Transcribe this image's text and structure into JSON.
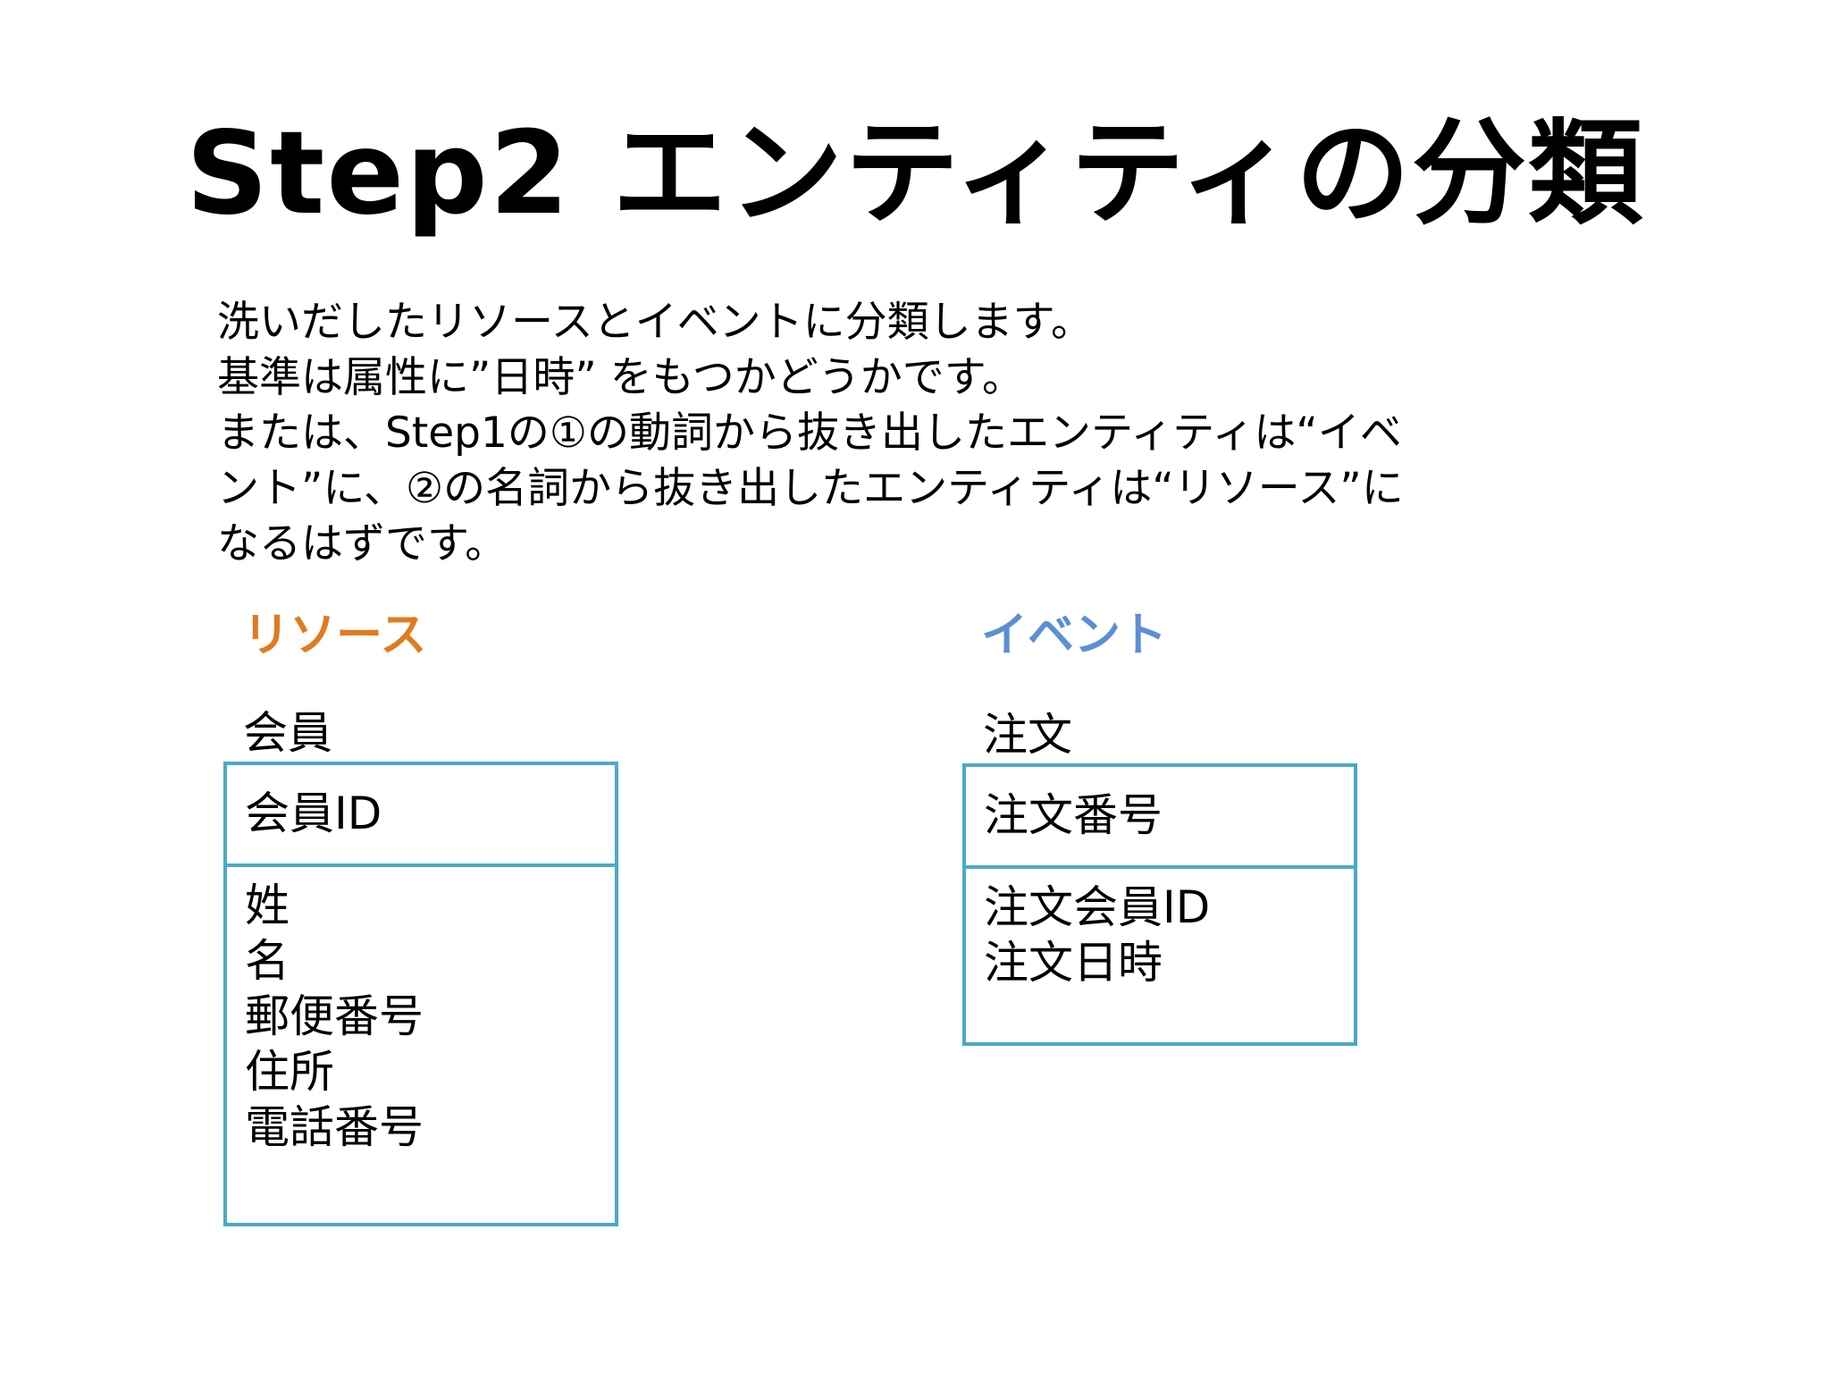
{
  "title": "Step2 エンティティの分類",
  "description": [
    "洗いだしたリソースとイベントに分類します。",
    "基準は属性に”日時” をもつかどうかです。",
    "または、Step1の①の動詞から抜き出したエンティティは“イベ",
    "ント”に、②の名詞から抜き出したエンティティは“リソース”に",
    "なるはずです。"
  ],
  "colors": {
    "resource_label": "#e07b1f",
    "event_label": "#5b8fd4",
    "box_border": "#4ba9c8"
  },
  "resource": {
    "label": "リソース",
    "entity": {
      "name": "会員",
      "key": "会員ID",
      "attributes": [
        "姓",
        "名",
        "郵便番号",
        "住所",
        "電話番号"
      ]
    }
  },
  "event": {
    "label": "イベント",
    "entity": {
      "name": "注文",
      "key": "注文番号",
      "attributes": [
        "注文会員ID",
        "注文日時"
      ]
    }
  }
}
